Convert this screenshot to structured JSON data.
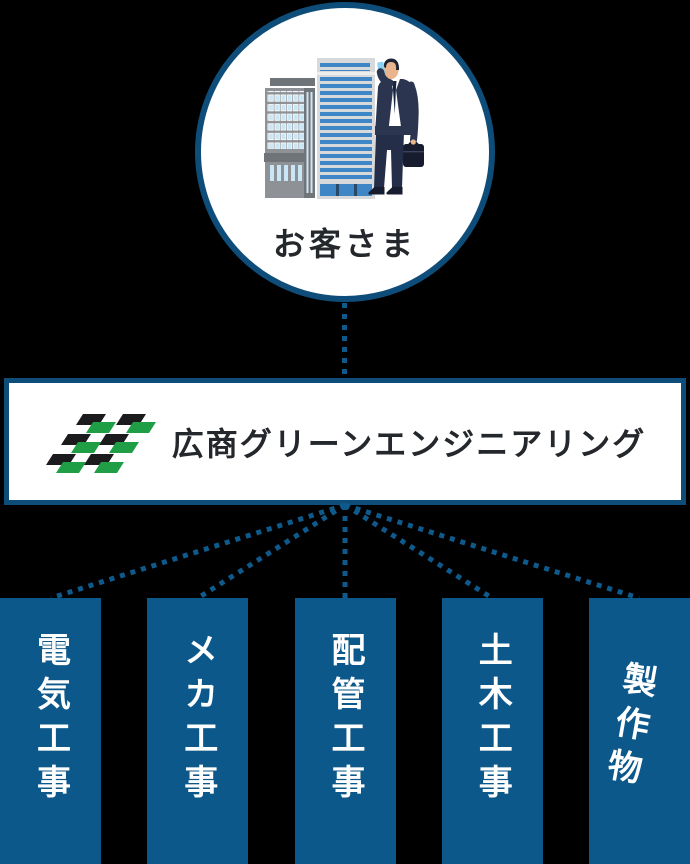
{
  "customer": {
    "label": "お客さま"
  },
  "company": {
    "name": "広商グリーンエンジニアリング"
  },
  "services": [
    {
      "id": "electrical",
      "label": "電気工事"
    },
    {
      "id": "mechanical",
      "label": "メカ工事"
    },
    {
      "id": "piping",
      "label": "配管工事"
    },
    {
      "id": "civil",
      "label": "土木工事"
    },
    {
      "id": "products",
      "label": "製作物"
    }
  ],
  "icons": {
    "customer_illustration": "office-buildings-and-businessman-on-phone",
    "company_logo": "green-black-hatch-parallelogram-logo"
  },
  "colors": {
    "background": "#000000",
    "panel_white": "#ffffff",
    "primary_blue": "#0c588a",
    "border_blue": "#0e4d79",
    "dot_blue": "#0f5a8c",
    "text_dark": "#24272b",
    "text_white": "#ffffff",
    "logo_green": "#1f9e45",
    "logo_black": "#1b1b1d"
  }
}
